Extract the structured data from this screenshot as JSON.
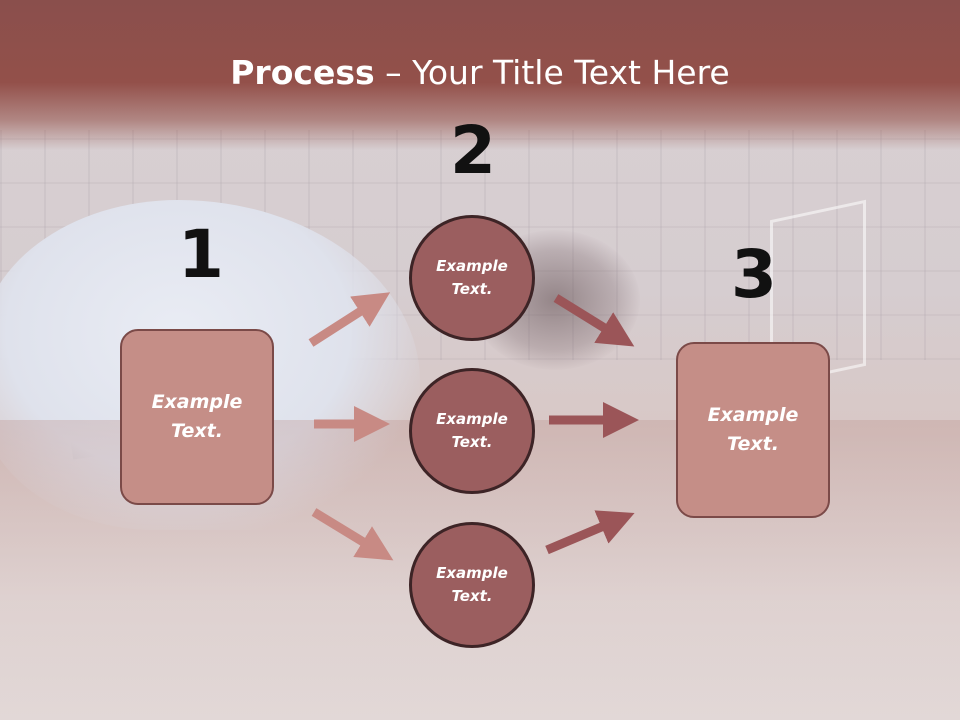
{
  "slide": {
    "title_bold": "Process",
    "title_rest": " – Your Title Text Here",
    "steps": [
      {
        "number": "1",
        "label": "Example\nText."
      },
      {
        "number": "2",
        "label": "Example\nText."
      },
      {
        "number": "3",
        "label": "Example\nText."
      }
    ],
    "middle_nodes": [
      {
        "label": "Example\nText."
      },
      {
        "label": "Example\nText."
      },
      {
        "label": "Example\nText."
      }
    ]
  },
  "colors": {
    "title_bar": "#93504a",
    "box_fill": "#c58e87",
    "circle_fill": "#9b5e5f",
    "arrow_light": "#c88a84",
    "arrow_dark": "#9b5558"
  }
}
